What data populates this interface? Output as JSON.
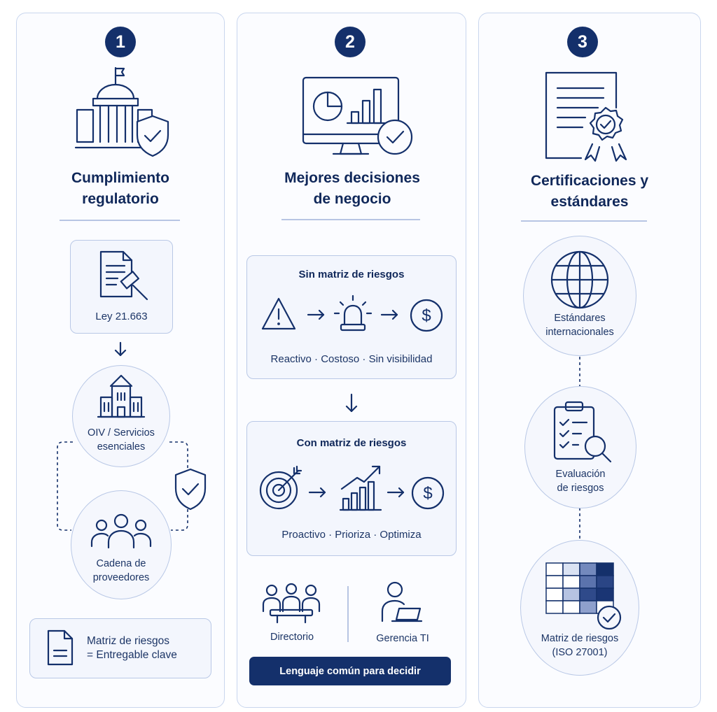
{
  "columns": [
    {
      "number": "1",
      "title_line1": "Cumplimiento",
      "title_line2": "regulatorio",
      "law_label": "Ley 21.663",
      "oiv_line1": "OIV / Servicios",
      "oiv_line2": "esenciales",
      "supply_line1": "Cadena de",
      "supply_line2": "proveedores",
      "deliverable_line1": "Matriz de riesgos",
      "deliverable_line2": "= Entregable clave"
    },
    {
      "number": "2",
      "title_line1": "Mejores decisiones",
      "title_line2": "de negocio",
      "without": {
        "heading": "Sin matriz de riesgos",
        "traits": "Reactivo  ·  Costoso  ·  Sin visibilidad"
      },
      "with": {
        "heading": "Con matriz de riesgos",
        "traits": "Proactivo  ·  Prioriza  ·  Optimiza"
      },
      "board_label": "Directorio",
      "it_label": "Gerencia TI",
      "banner": "Lenguaje común para decidir"
    },
    {
      "number": "3",
      "title_line1": "Certificaciones y",
      "title_line2": "estándares",
      "intl_line1": "Estándares",
      "intl_line2": "internacionales",
      "eval_line1": "Evaluación",
      "eval_line2": "de riesgos",
      "matrix_line1": "Matriz de riesgos",
      "matrix_line2": "(ISO 27001)"
    }
  ],
  "colors": {
    "navy": "#14306b",
    "border": "#c9d6ee",
    "panel": "#f3f6fd"
  },
  "icons": [
    "government-building-icon",
    "shield-check-icon",
    "document-gavel-icon",
    "arrow-down-icon",
    "building-icon",
    "people-icon",
    "document-icon",
    "monitor-chart-icon",
    "warning-icon",
    "alarm-icon",
    "dollar-icon",
    "target-icon",
    "growth-chart-icon",
    "meeting-icon",
    "person-laptop-icon",
    "certificate-icon",
    "globe-icon",
    "clipboard-search-icon",
    "risk-matrix-icon"
  ]
}
